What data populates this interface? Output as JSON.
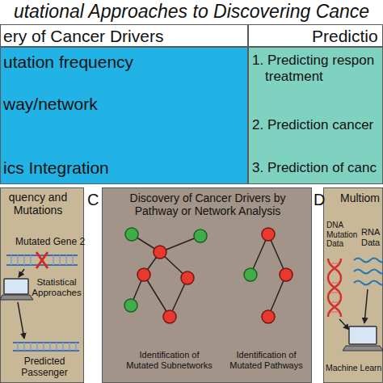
{
  "diagram": {
    "title": "utational Approaches to Discovering Cance",
    "nodes": [
      {
        "text": [
          "ery of Cancer Drivers"
        ]
      },
      {
        "text": [
          "Predictio"
        ]
      },
      {
        "text": [
          "utation frequency",
          "way/network",
          "ics Integration"
        ]
      },
      {
        "text": [
          "1. Predicting respon treatment",
          "2. Prediction cancer",
          "3. Prediction of canc"
        ]
      },
      {
        "text": [
          "quency and Mutations",
          "Mutated Gene 2",
          "Statistical Approaches",
          "Predicted Passenger"
        ]
      },
      {
        "text": [
          "Discovery of Cancer Drivers by Pathway or Network Analysis",
          "Identification of Mutated Subnetworks",
          "Identification of Mutated Pathways"
        ]
      },
      {
        "text": [
          "Multiom",
          "DNA Mutation Data",
          "RNA Data",
          "Machine Learn"
        ]
      }
    ],
    "labels": [
      "C",
      "D"
    ]
  }
}
